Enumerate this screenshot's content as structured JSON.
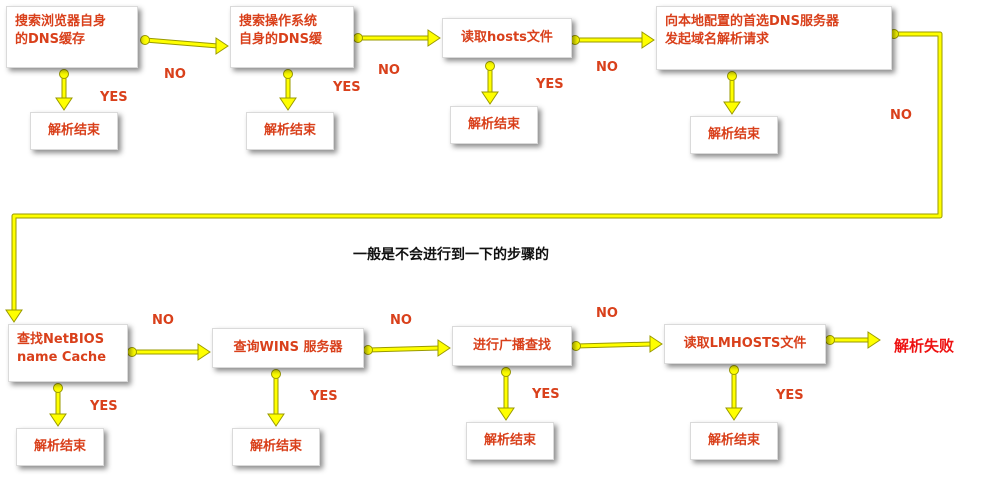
{
  "colors": {
    "connector": "#ffff00",
    "connector_outline": "#9a9a00",
    "text": "#d9401b",
    "fail": "#ee1111",
    "note": "#111111"
  },
  "steps": [
    {
      "id": "browser_cache",
      "line1": "搜索浏览器自身",
      "line2": "的DNS缓存"
    },
    {
      "id": "os_cache",
      "line1": "搜索操作系统",
      "line2": "自身的DNS缓"
    },
    {
      "id": "hosts",
      "line1": "读取hosts文件"
    },
    {
      "id": "dns_server",
      "line1": "向本地配置的首选DNS服务器",
      "line2": "发起域名解析请求"
    },
    {
      "id": "netbios",
      "line1": "查找NetBIOS",
      "line2": "name Cache"
    },
    {
      "id": "wins",
      "line1": "查询WINS 服务器"
    },
    {
      "id": "broadcast",
      "line1": "进行广播查找"
    },
    {
      "id": "lmhosts",
      "line1": "读取LMHOSTS文件"
    }
  ],
  "result_label": "解析结束",
  "yes_label": "YES",
  "no_label": "NO",
  "note": "一般是不会进行到一下的步骤的",
  "fail_label": "解析失败"
}
